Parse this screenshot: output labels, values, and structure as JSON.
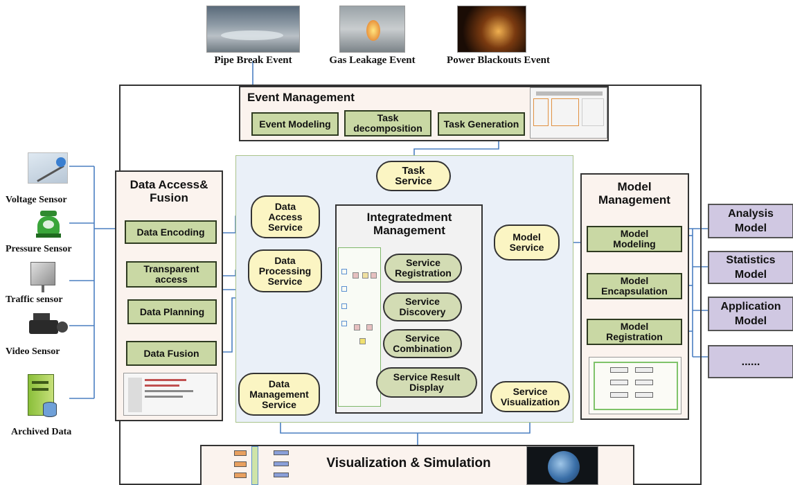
{
  "events": [
    {
      "label": "Pipe Break Event",
      "icon": "pipe-break-photo"
    },
    {
      "label": "Gas Leakage Event",
      "icon": "gas-leak-photo"
    },
    {
      "label": "Power Blackouts Event",
      "icon": "blackout-photo"
    }
  ],
  "event_management": {
    "title": "Event Management",
    "items": [
      "Event Modeling",
      "Task\ndecomposition",
      "Task Generation"
    ]
  },
  "sensors": [
    {
      "label": "Voltage Sensor",
      "icon": "voltage-sensor-icon"
    },
    {
      "label": "Pressure Sensor",
      "icon": "pressure-sensor-icon"
    },
    {
      "label": "Traffic sensor",
      "icon": "traffic-sensor-icon"
    },
    {
      "label": "Video Sensor",
      "icon": "video-camera-icon"
    },
    {
      "label": "Archived Data",
      "icon": "server-icon"
    }
  ],
  "data_access": {
    "title": "Data Access&\nFusion",
    "items": [
      "Data Encoding",
      "Transparent\naccess",
      "Data Planning",
      "Data Fusion"
    ]
  },
  "services": {
    "task": "Task\nService",
    "data_access": "Data\nAccess\nService",
    "data_processing": "Data\nProcessing\nService",
    "data_management": "Data\nManagement\nService",
    "model": "Model\nService",
    "visualization": "Service\nVisualization"
  },
  "integrated_management": {
    "title": "Integratedment\nManagement",
    "items": [
      "Service\nRegistration",
      "Service\nDiscovery",
      "Service\nCombination",
      "Service Result\nDisplay"
    ]
  },
  "model_management": {
    "title": "Model\nManagement",
    "items": [
      "Model\nModeling",
      "Model\nEncapsulation",
      "Model\nRegistration"
    ]
  },
  "models": [
    "Analysis\nModel",
    "Statistics\nModel",
    "Application\nModel",
    "......"
  ],
  "visualization": {
    "title": "Visualization & Simulation"
  },
  "colors": {
    "green_box": "#c9d8a4",
    "yellow_oval": "#fbf5c3",
    "purple_box": "#d0c8e2",
    "line_blue": "#4a7fc1",
    "panel_bg": "#fbf3ee",
    "center_bg": "#eaf0f8"
  }
}
